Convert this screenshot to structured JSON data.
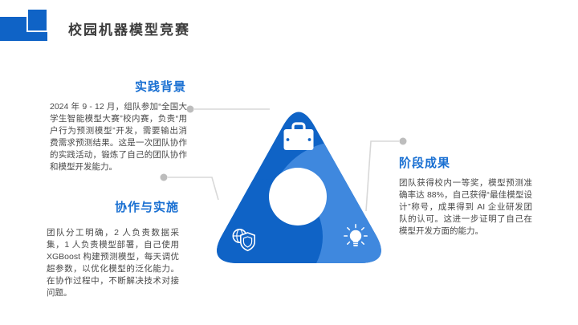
{
  "slide": {
    "title": "校园机器模型竞赛"
  },
  "sections": {
    "practice": {
      "heading": "实践背景",
      "body": "2024 年 9 - 12 月，组队参加“全国大学生智能模型大赛”校内赛，负责“用户行为预测模型”开发，需要输出消费需求预测结果。这是一次团队协作的实践活动，锻炼了自己的团队协作和模型开发能力。"
    },
    "collaboration": {
      "heading": "协作与实施",
      "body": "团队分工明确，2 人负责数据采集，1 人负责模型部署，自己使用 XGBoost 构建预测模型，每天调优超参数，以优化模型的泛化能力。在协作过程中，不断解决技术对接问题。"
    },
    "results": {
      "heading": "阶段成果",
      "body": "团队获得校内一等奖，模型预测准确率达 88%，自己获得“最佳模型设计”称号，成果得到 AI 企业研发团队的认可。这进一步证明了自己在模型开发方面的能力。"
    }
  },
  "diagram": {
    "shape": "rounded-triangle-swirl",
    "icons": [
      "briefcase-icon",
      "globe-shield-icon",
      "lightbulb-icon"
    ]
  },
  "colors": {
    "primary_blue": "#0F63C6",
    "light_blue": "#3F88DE",
    "heading_blue": "#1A70D2",
    "title_text": "#3C3C3C",
    "body_text": "#4A4A4A",
    "connector_dot": "#BDBDBD",
    "connector_line": "#D8D8D8"
  }
}
